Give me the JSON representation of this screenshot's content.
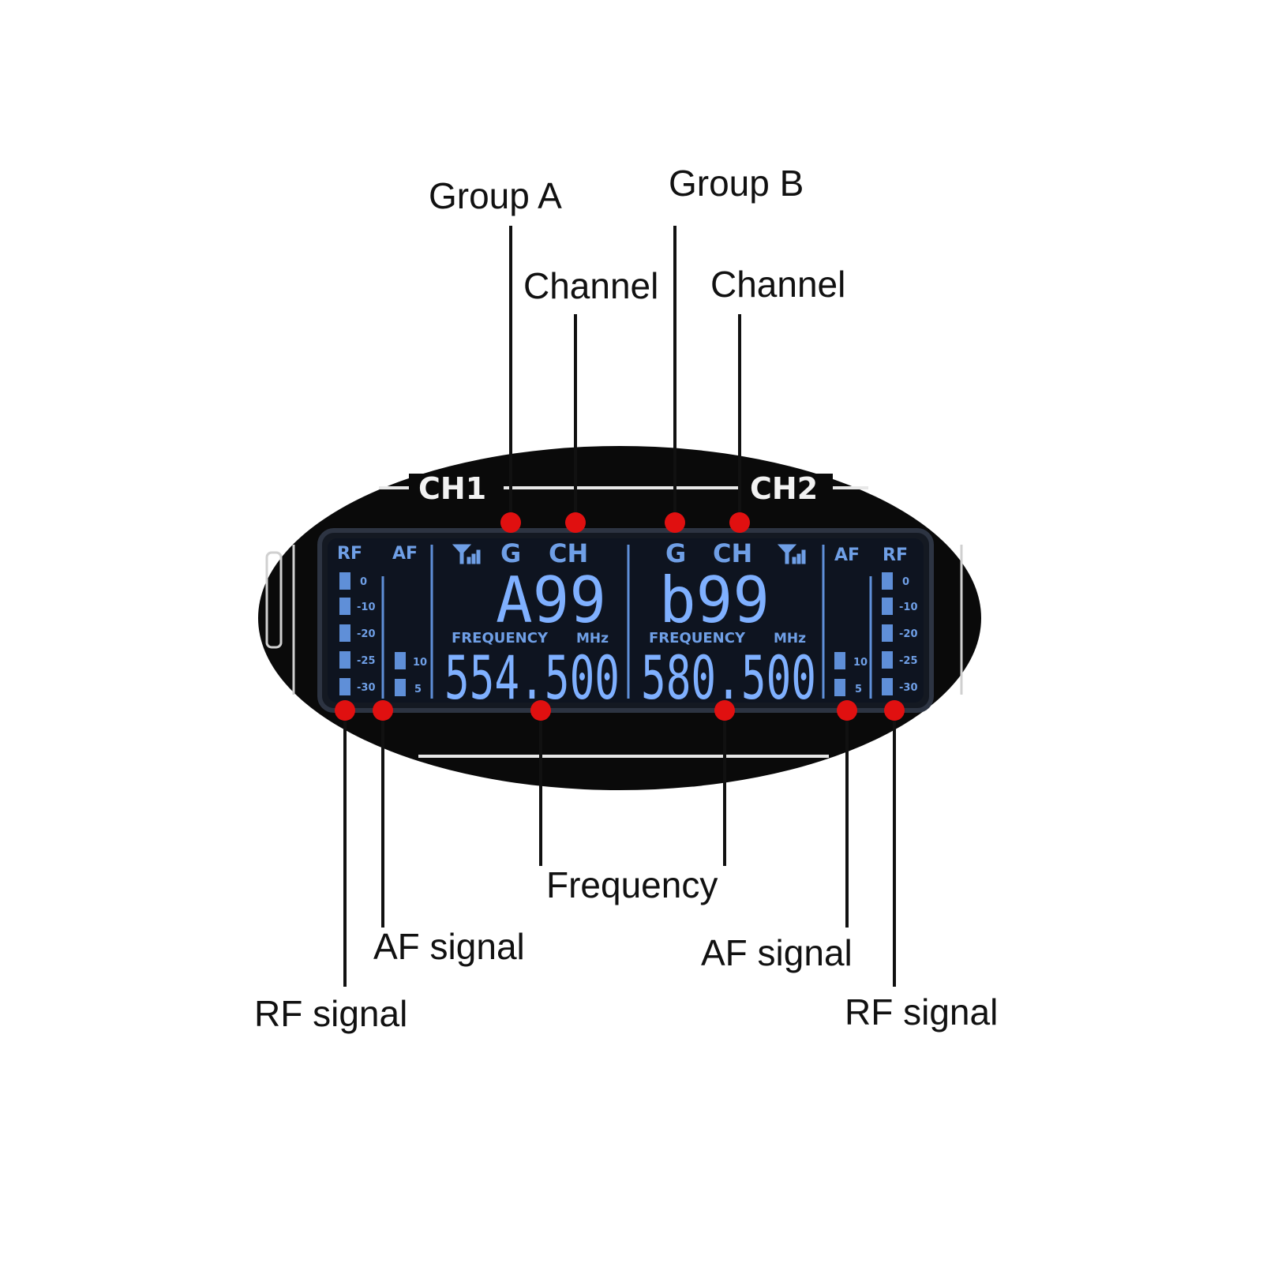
{
  "callouts": {
    "group_a": "Group A",
    "group_b": "Group B",
    "channel_1": "Channel",
    "channel_2": "Channel",
    "frequency": "Frequency",
    "af_signal_1": "AF signal",
    "af_signal_2": "AF signal",
    "rf_signal_1": "RF signal",
    "rf_signal_2": "RF signal"
  },
  "display": {
    "ch1_label": "CH1",
    "ch2_label": "CH2",
    "rf": "RF",
    "af": "AF",
    "g": "G",
    "ch": "CH",
    "frequency_label": "FREQUENCY",
    "unit": "MHz",
    "ch1_group_channel": "A99",
    "ch2_group_channel": "b99",
    "ch1_frequency": "554.500",
    "ch2_frequency": "580.500",
    "rf_ticks": [
      "0",
      "-10",
      "-20",
      "-25",
      "-30"
    ],
    "af_ticks": [
      "10",
      "5"
    ]
  },
  "colors": {
    "marker": "#e01010",
    "lcd_text": "#7fb0ff",
    "lcd_bg": "#0e1420",
    "device_bg": "#0a0a0a"
  },
  "icons": [
    "antenna-signal-icon"
  ]
}
